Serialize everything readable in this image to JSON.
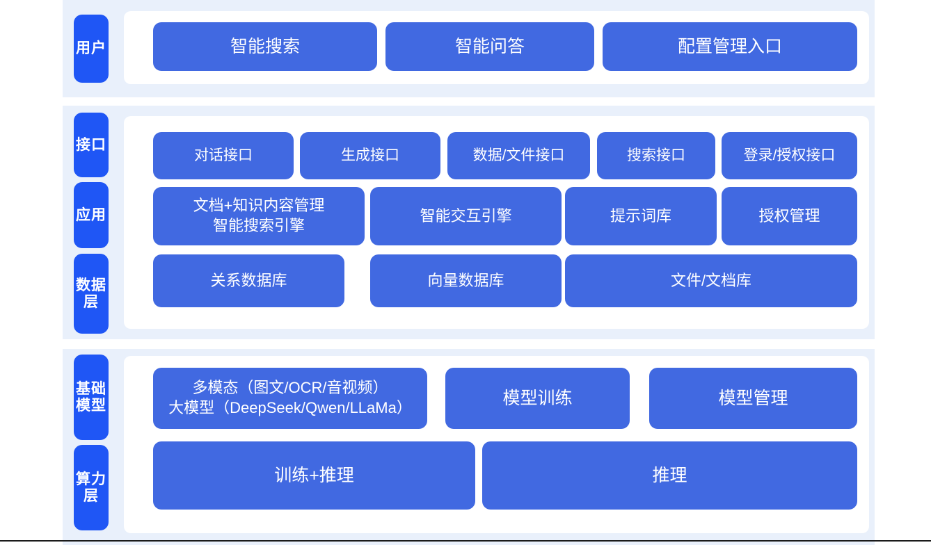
{
  "theme": {
    "tab_blue": "#1f56f5",
    "chip_blue": "#4169e1",
    "band_blue": "#e9f0fb",
    "panel_white": "#ffffff",
    "text_white": "#ffffff"
  },
  "sections": [
    {
      "id": "user",
      "tabs": [
        {
          "name": "user",
          "label": "用户"
        }
      ],
      "rows": [
        {
          "id": "user-row",
          "chips": [
            {
              "name": "smart-search",
              "label": "智能搜索"
            },
            {
              "name": "smart-qa",
              "label": "智能问答"
            },
            {
              "name": "config-management-entry",
              "label": "配置管理入口"
            }
          ]
        }
      ]
    },
    {
      "id": "middle",
      "tabs": [
        {
          "name": "interface",
          "label": "接口"
        },
        {
          "name": "application",
          "label": "应用"
        },
        {
          "name": "data-layer",
          "label": "数据层"
        }
      ],
      "rows": [
        {
          "id": "interface-row",
          "chips": [
            {
              "name": "dialog-interface",
              "label": "对话接口"
            },
            {
              "name": "generation-interface",
              "label": "生成接口"
            },
            {
              "name": "data-file-interface",
              "label": "数据/文件接口"
            },
            {
              "name": "search-interface",
              "label": "搜索接口"
            },
            {
              "name": "login-auth-interface",
              "label": "登录/授权接口"
            }
          ]
        },
        {
          "id": "application-row",
          "chips": [
            {
              "name": "doc-knowledge-content-management",
              "label": "文档+知识内容管理\n智能搜索引擎"
            },
            {
              "name": "smart-interaction-engine",
              "label": "智能交互引擎"
            },
            {
              "name": "prompt-library",
              "label": "提示词库"
            },
            {
              "name": "authorization-management",
              "label": "授权管理"
            }
          ]
        },
        {
          "id": "data-row",
          "chips": [
            {
              "name": "relational-database",
              "label": "关系数据库"
            },
            {
              "name": "vector-database",
              "label": "向量数据库"
            },
            {
              "name": "file-document-store",
              "label": "文件/文档库"
            }
          ]
        }
      ]
    },
    {
      "id": "base",
      "tabs": [
        {
          "name": "foundation-model",
          "label": "基础模型"
        },
        {
          "name": "compute-layer",
          "label": "算力层"
        }
      ],
      "rows": [
        {
          "id": "foundation-model-row",
          "chips": [
            {
              "name": "multimodal-large-model",
              "label": "多模态（图文/OCR/音视频）\n大模型（DeepSeek/Qwen/LLaMa）"
            },
            {
              "name": "model-training",
              "label": "模型训练"
            },
            {
              "name": "model-management",
              "label": "模型管理"
            }
          ]
        },
        {
          "id": "compute-row",
          "chips": [
            {
              "name": "training-plus-inference",
              "label": "训练+推理"
            },
            {
              "name": "inference",
              "label": "推理"
            }
          ]
        }
      ]
    }
  ]
}
